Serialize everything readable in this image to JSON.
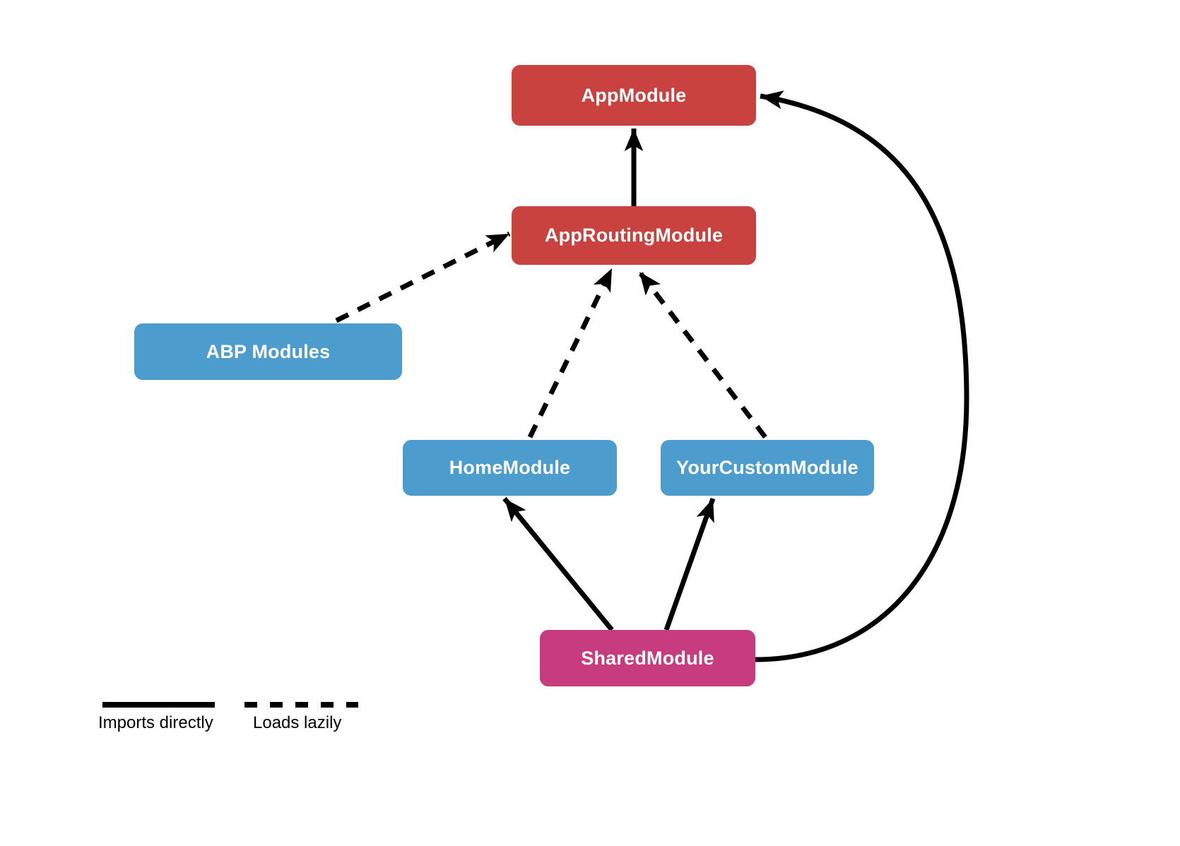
{
  "diagram": {
    "nodes": [
      {
        "id": "app-module",
        "label": "AppModule",
        "color": "#C8423F",
        "text_color": "#FFFFFF"
      },
      {
        "id": "app-routing-module",
        "label": "AppRoutingModule",
        "color": "#C8423F",
        "text_color": "#FFFFFF"
      },
      {
        "id": "abp-modules",
        "label": "ABP Modules",
        "color": "#4D9CCE",
        "text_color": "#FFFFFF"
      },
      {
        "id": "home-module",
        "label": "HomeModule",
        "color": "#4D9CCE",
        "text_color": "#FFFFFF"
      },
      {
        "id": "your-custom-module",
        "label": "YourCustomModule",
        "color": "#4D9CCE",
        "text_color": "#FFFFFF"
      },
      {
        "id": "shared-module",
        "label": "SharedModule",
        "color": "#C73C7E",
        "text_color": "#FFFFFF"
      }
    ],
    "edges": [
      {
        "from": "AppRoutingModule",
        "to": "AppModule",
        "style": "solid",
        "meaning": "Imports directly"
      },
      {
        "from": "ABP Modules",
        "to": "AppRoutingModule",
        "style": "dashed",
        "meaning": "Loads lazily"
      },
      {
        "from": "HomeModule",
        "to": "AppRoutingModule",
        "style": "dashed",
        "meaning": "Loads lazily"
      },
      {
        "from": "YourCustomModule",
        "to": "AppRoutingModule",
        "style": "dashed",
        "meaning": "Loads lazily"
      },
      {
        "from": "SharedModule",
        "to": "HomeModule",
        "style": "solid",
        "meaning": "Imports directly"
      },
      {
        "from": "SharedModule",
        "to": "YourCustomModule",
        "style": "solid",
        "meaning": "Imports directly"
      },
      {
        "from": "SharedModule",
        "to": "AppModule",
        "style": "solid",
        "meaning": "Imports directly",
        "shape": "curved"
      }
    ],
    "legend": {
      "solid_label": "Imports directly",
      "dashed_label": "Loads lazily"
    },
    "edge_color": "#000000",
    "background": "#FFFFFF"
  }
}
